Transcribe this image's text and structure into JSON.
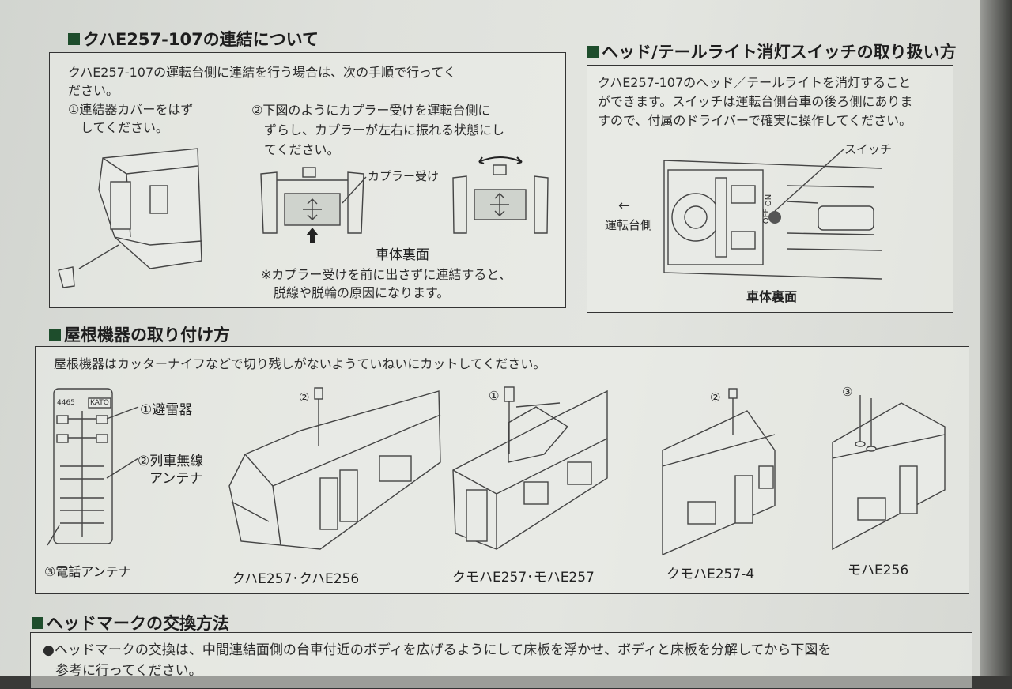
{
  "coupling": {
    "heading": "クハE257-107の連結について",
    "intro": [
      "クハE257-107の運転台側に連結を行う場合は、次の手順で行ってく",
      "ださい。"
    ],
    "step1": [
      "①連結器カバーをはず",
      "　してください。"
    ],
    "step2": [
      "②下図のようにカプラー受けを運転台側に",
      "　ずらし、カプラーが左右に振れる状態にし",
      "　てください。"
    ],
    "coupler_label": "カプラー受け",
    "underside_label": "車体裏面",
    "note": [
      "※カプラー受けを前に出さずに連結すると、",
      "　脱線や脱輪の原因になります。"
    ]
  },
  "light_switch": {
    "heading": "ヘッド/テールライト消灯スイッチの取り扱い方",
    "body": [
      "クハE257-107のヘッド／テールライトを消灯すること",
      "ができます。スイッチは運転台側台車の後ろ側にありま",
      "すので、付属のドライバーで確実に操作してください。"
    ],
    "switch_label": "スイッチ",
    "cab_side_label": "運転台側",
    "arrow_glyph": "←",
    "underside_label": "車体裏面",
    "off_label": "OFF",
    "on_label": "ON"
  },
  "roof": {
    "heading": "屋根機器の取り付け方",
    "body": "屋根機器はカッターナイフなどで切り残しがないようていねいにカットしてください。",
    "sprue_code": "4465",
    "sprue_brand": "KATO",
    "part1": "①避雷器",
    "part2": [
      "②列車無線",
      "アンテナ"
    ],
    "part3": "③電話アンテナ",
    "cars": [
      {
        "caption": "クハE257･クハE256",
        "marker": "②"
      },
      {
        "caption": "クモハE257･モハE257",
        "marker": "①"
      },
      {
        "caption": "クモハE257-4",
        "marker": "②"
      },
      {
        "caption": "モハE256",
        "marker": "③"
      }
    ]
  },
  "headmark": {
    "heading": "ヘッドマークの交換方法",
    "body": [
      "●ヘッドマークの交換は、中間連結面側の台車付近のボディを広げるようにして床板を浮かせ、ボディと床板を分解してから下図を",
      "参考に行ってください。"
    ]
  }
}
